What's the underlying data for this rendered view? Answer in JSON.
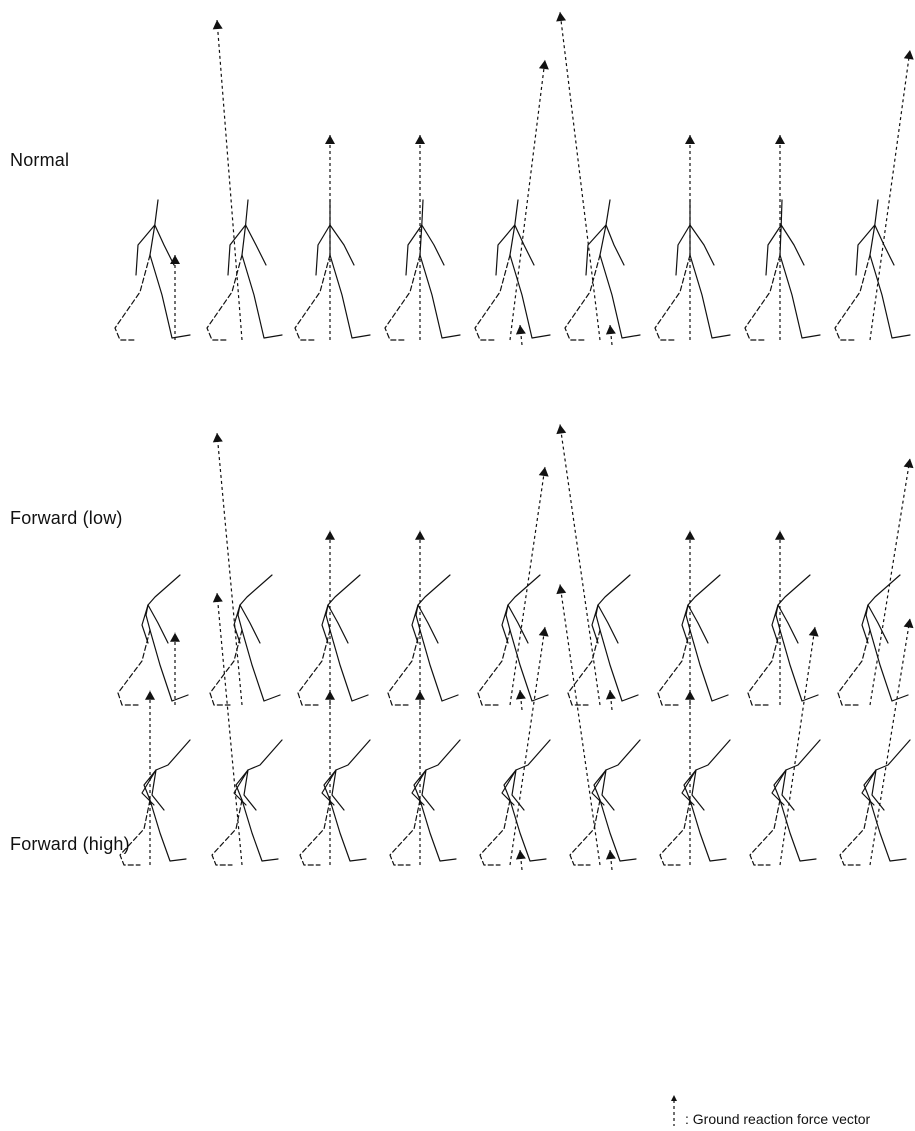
{
  "rows": [
    {
      "id": "normal",
      "label": "Normal",
      "frames": [
        {
          "pose": "std",
          "torso": 8,
          "vector": 1
        },
        {
          "pose": "std",
          "torso": 6,
          "vector": 2
        },
        {
          "pose": "std",
          "torso": 0,
          "vector": 3
        },
        {
          "pose": "std",
          "torso": 3,
          "vector": 3
        },
        {
          "pose": "std",
          "torso": 8,
          "vector": 4,
          "extra_vector": true
        },
        {
          "pose": "std",
          "torso": 10,
          "vector": 5,
          "extra_vector": true
        },
        {
          "pose": "std",
          "torso": 0,
          "vector": 3
        },
        {
          "pose": "std",
          "torso": 2,
          "vector": 3
        },
        {
          "pose": "std",
          "torso": 8,
          "vector": 6
        }
      ]
    },
    {
      "id": "forward-low",
      "label": "Forward (low)",
      "frames": [
        {
          "pose": "low",
          "torso": 0,
          "vector": 1
        },
        {
          "pose": "low",
          "torso": 0,
          "vector": 2
        },
        {
          "pose": "low",
          "torso": 0,
          "vector": 3
        },
        {
          "pose": "low",
          "torso": 0,
          "vector": 3
        },
        {
          "pose": "low",
          "torso": 0,
          "vector": 4,
          "extra_vector": true
        },
        {
          "pose": "low",
          "torso": 0,
          "vector": 5,
          "extra_vector": true
        },
        {
          "pose": "low",
          "torso": 0,
          "vector": 3
        },
        {
          "pose": "low",
          "torso": 0,
          "vector": 3
        },
        {
          "pose": "low",
          "torso": 0,
          "vector": 6
        }
      ]
    },
    {
      "id": "forward-high",
      "label": "Forward (high)",
      "frames": [
        {
          "pose": "high",
          "torso": 0,
          "vector": 3
        },
        {
          "pose": "high",
          "torso": 0,
          "vector": 2
        },
        {
          "pose": "high",
          "torso": 0,
          "vector": 3
        },
        {
          "pose": "high",
          "torso": 0,
          "vector": 3
        },
        {
          "pose": "high",
          "torso": 0,
          "vector": 4,
          "extra_vector": true
        },
        {
          "pose": "high",
          "torso": 0,
          "vector": 5,
          "extra_vector": true
        },
        {
          "pose": "high",
          "torso": 0,
          "vector": 3
        },
        {
          "pose": "high",
          "torso": 0,
          "vector": 4
        },
        {
          "pose": "high",
          "torso": 0,
          "vector": 6
        }
      ]
    }
  ],
  "legend": {
    "label": ": Ground reaction force vector"
  },
  "colors": {
    "line": "#111111",
    "background": "#ffffff"
  },
  "icons": {
    "vector_marker": "dashed-arrow-icon"
  }
}
